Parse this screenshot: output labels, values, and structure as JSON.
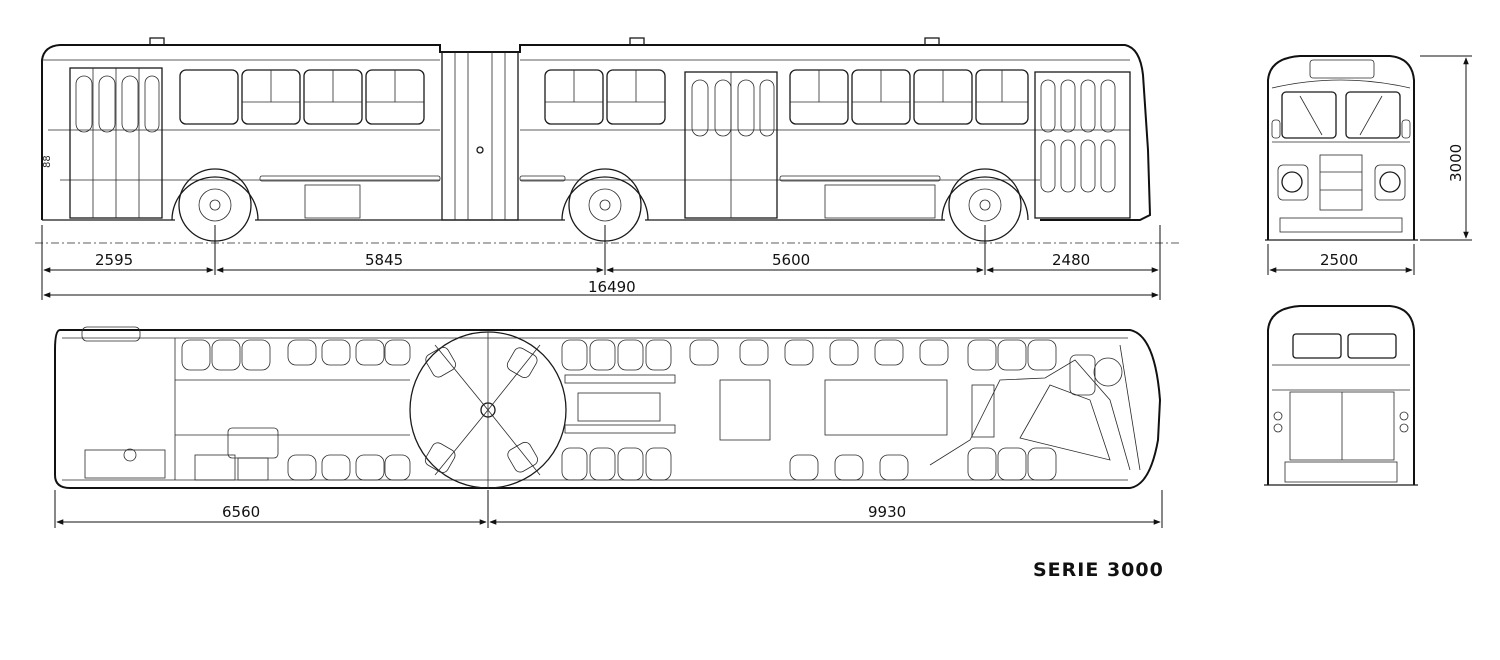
{
  "series_label": "SERIE 3000",
  "fleet_number": "88",
  "side_view": {
    "dimensions": {
      "front_overhang": "2595",
      "wheelbase_front": "5845",
      "wheelbase_rear": "5600",
      "rear_overhang": "2480",
      "overall_length": "16490"
    }
  },
  "plan_view": {
    "dimensions": {
      "front_section": "6560",
      "rear_section": "9930"
    }
  },
  "front_view": {
    "dimensions": {
      "height": "3000",
      "width": "2500"
    }
  }
}
